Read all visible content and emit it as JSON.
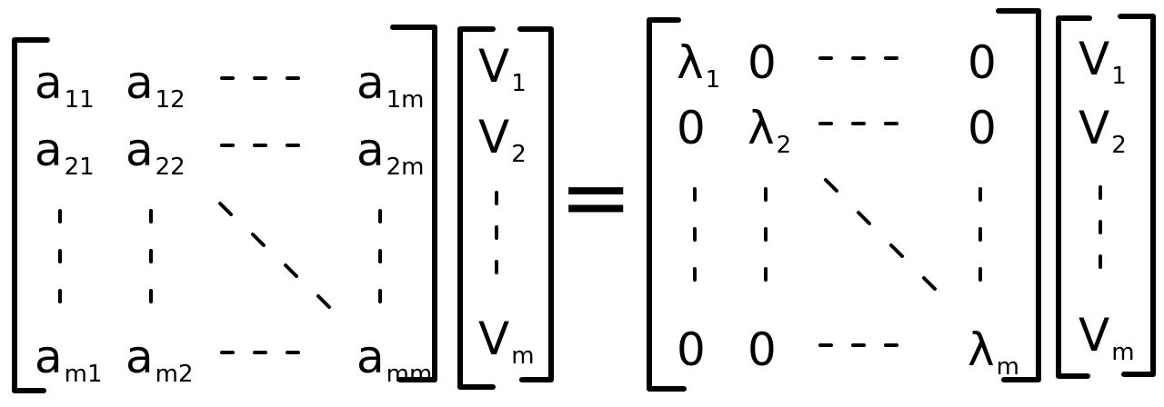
{
  "equation": {
    "matrix_a": {
      "rows": [
        [
          {
            "b": "a",
            "s": "11"
          },
          {
            "b": "a",
            "s": "12"
          },
          {
            "dots": "h"
          },
          {
            "b": "a",
            "s": "1m"
          }
        ],
        [
          {
            "b": "a",
            "s": "21"
          },
          {
            "b": "a",
            "s": "22"
          },
          {
            "dots": "h"
          },
          {
            "b": "a",
            "s": "2m"
          }
        ],
        [
          {
            "dots": "v"
          },
          {
            "dots": "v"
          },
          {
            "dots": "d"
          },
          {
            "dots": "v"
          }
        ],
        [
          {
            "b": "a",
            "s": "m1"
          },
          {
            "b": "a",
            "s": "m2"
          },
          {
            "dots": "h"
          },
          {
            "b": "a",
            "s": "mm"
          }
        ]
      ]
    },
    "vector_v_left": [
      {
        "b": "V",
        "s": "1"
      },
      {
        "b": "V",
        "s": "2"
      },
      {
        "dots": "v"
      },
      {
        "b": "V",
        "s": "m"
      }
    ],
    "equals_sign": "=",
    "matrix_lambda": {
      "rows": [
        [
          {
            "b": "λ",
            "s": "1"
          },
          {
            "b": "0",
            "s": ""
          },
          {
            "dots": "h"
          },
          {
            "b": "0",
            "s": ""
          }
        ],
        [
          {
            "b": "0",
            "s": ""
          },
          {
            "b": "λ",
            "s": "2"
          },
          {
            "dots": "h"
          },
          {
            "b": "0",
            "s": ""
          }
        ],
        [
          {
            "dots": "v"
          },
          {
            "dots": "v"
          },
          {
            "dots": "d"
          },
          {
            "dots": "v"
          }
        ],
        [
          {
            "b": "0",
            "s": ""
          },
          {
            "b": "0",
            "s": ""
          },
          {
            "dots": "h"
          },
          {
            "b": "λ",
            "s": "m"
          }
        ]
      ]
    },
    "vector_v_right": [
      {
        "b": "V",
        "s": "1"
      },
      {
        "b": "V",
        "s": "2"
      },
      {
        "dots": "v"
      },
      {
        "b": "V",
        "s": "m"
      }
    ]
  }
}
